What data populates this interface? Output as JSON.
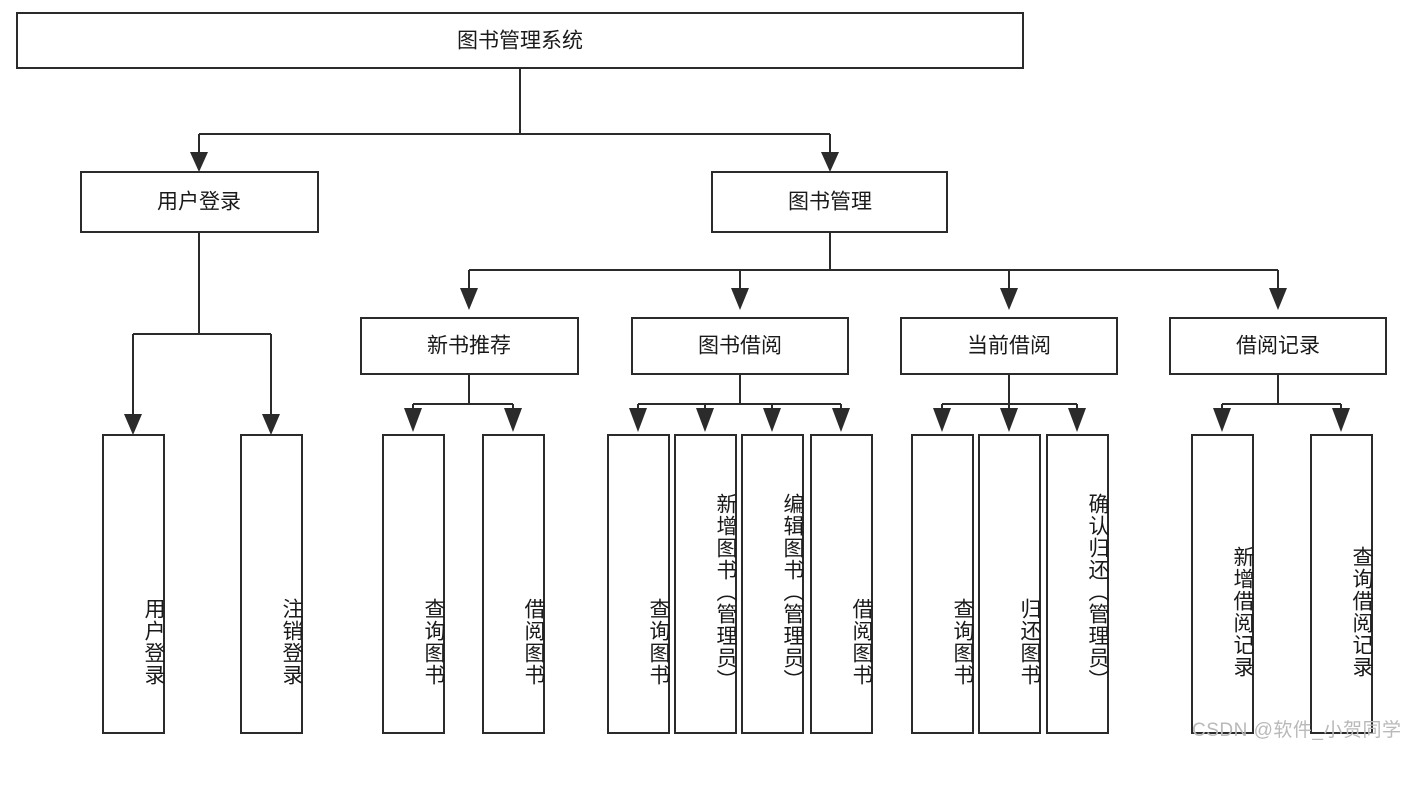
{
  "diagram": {
    "type": "tree-hierarchy-flowchart",
    "title": "图书管理系统",
    "orientation": "top-down",
    "style": {
      "box_fill": "#ffffff",
      "box_stroke": "#2b2b2b",
      "line_color": "#2b2b2b",
      "text_color": "#1a1a1a",
      "background": "#ffffff"
    },
    "levels": [
      {
        "level": 0,
        "nodes": [
          {
            "id": "root",
            "label": "图书管理系统",
            "orientation": "horizontal"
          }
        ]
      },
      {
        "level": 1,
        "nodes": [
          {
            "id": "login",
            "label": "用户登录",
            "orientation": "horizontal",
            "parent": "root"
          },
          {
            "id": "bookmgmt",
            "label": "图书管理",
            "orientation": "horizontal",
            "parent": "root"
          }
        ]
      },
      {
        "level": 2,
        "nodes": [
          {
            "id": "newbook",
            "label": "新书推荐",
            "orientation": "horizontal",
            "parent": "bookmgmt"
          },
          {
            "id": "borrow",
            "label": "图书借阅",
            "orientation": "horizontal",
            "parent": "bookmgmt"
          },
          {
            "id": "current",
            "label": "当前借阅",
            "orientation": "horizontal",
            "parent": "bookmgmt"
          },
          {
            "id": "record",
            "label": "借阅记录",
            "orientation": "horizontal",
            "parent": "bookmgmt"
          }
        ]
      },
      {
        "level": 3,
        "nodes": [
          {
            "id": "leaf1",
            "label": "用户登录",
            "orientation": "vertical",
            "parent": "login"
          },
          {
            "id": "leaf2",
            "label": "注销登录",
            "orientation": "vertical",
            "parent": "login"
          },
          {
            "id": "leaf3",
            "label": "查询图书",
            "orientation": "vertical",
            "parent": "newbook"
          },
          {
            "id": "leaf4",
            "label": "借阅图书",
            "orientation": "vertical",
            "parent": "newbook"
          },
          {
            "id": "leaf5",
            "label": "查询图书",
            "orientation": "vertical",
            "parent": "borrow"
          },
          {
            "id": "leaf6",
            "label": "新增图书（管理员）",
            "orientation": "vertical",
            "parent": "borrow"
          },
          {
            "id": "leaf7",
            "label": "编辑图书（管理员）",
            "orientation": "vertical",
            "parent": "borrow"
          },
          {
            "id": "leaf8",
            "label": "借阅图书",
            "orientation": "vertical",
            "parent": "borrow"
          },
          {
            "id": "leaf9",
            "label": "查询图书",
            "orientation": "vertical",
            "parent": "current"
          },
          {
            "id": "leaf10",
            "label": "归还图书",
            "orientation": "vertical",
            "parent": "current"
          },
          {
            "id": "leaf11",
            "label": "确认归还（管理员）",
            "orientation": "vertical",
            "parent": "current"
          },
          {
            "id": "leaf12",
            "label": "新增借阅记录",
            "orientation": "vertical",
            "parent": "record"
          },
          {
            "id": "leaf13",
            "label": "查询借阅记录",
            "orientation": "vertical",
            "parent": "record"
          }
        ]
      }
    ]
  },
  "watermark": {
    "text": "CSDN @软件_小贺同学"
  }
}
